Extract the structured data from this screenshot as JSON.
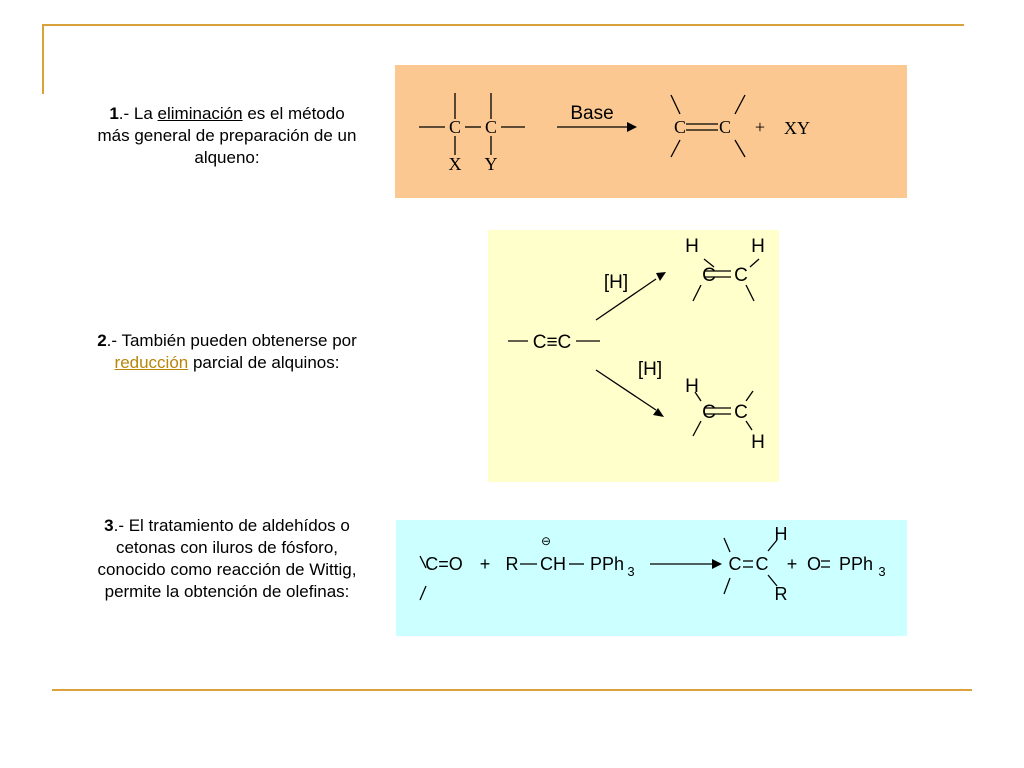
{
  "colors": {
    "frame": "#d9a23a",
    "panel1_bg": "#fbc891",
    "panel2_bg": "#ffffcc",
    "panel3_bg": "#ccffff",
    "link": "#b8860b"
  },
  "item1": {
    "num": "1",
    "pre": ".- La ",
    "link": "eliminación",
    "post": " es el método más general de preparación de un alqueno:"
  },
  "item2": {
    "num": "2",
    "pre": ".- También pueden obtenerse por ",
    "link": "reducción",
    "post": " parcial de alquinos:"
  },
  "item3": {
    "num": "3",
    "post": ".- El tratamiento de aldehídos o cetonas con iluros de fósforo, conocido como reacción de Wittig, permite la obtención de olefinas:"
  },
  "reaction1": {
    "c_left": "C",
    "c_right": "C",
    "x": "X",
    "y": "Y",
    "reagent": "Base",
    "product_c1": "C",
    "product_c2": "C",
    "plus": "+",
    "byproduct": "XY"
  },
  "reaction2": {
    "alkyne": "C≡C",
    "reagent_top": "[H]",
    "reagent_bottom": "[H]",
    "cis_h1": "H",
    "cis_h2": "H",
    "cis_c1": "C",
    "cis_c2": "C",
    "trans_h1": "H",
    "trans_h2": "H",
    "trans_c1": "C",
    "trans_c2": "C"
  },
  "reaction3": {
    "carbonyl": "C=O",
    "plus1": "+",
    "r": "R",
    "ch": "CH",
    "charge": "⊖",
    "pph": "PPh",
    "sub3": "3",
    "prod_c1": "C",
    "prod_c2": "C",
    "prod_h": "H",
    "prod_r": "R",
    "plus2": "+",
    "opph": "O",
    "opph_p": "PPh",
    "sub3b": "3"
  }
}
